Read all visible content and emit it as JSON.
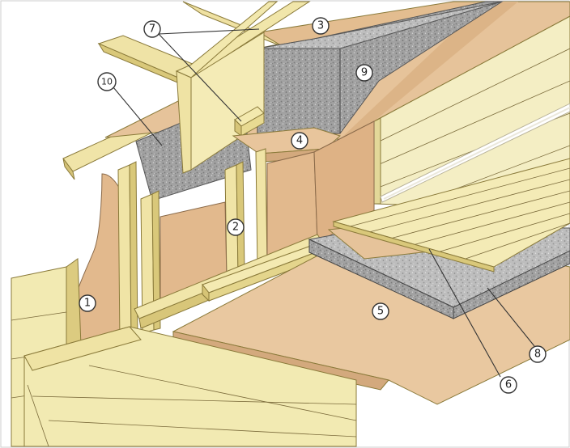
{
  "callouts": [
    {
      "id": "c1",
      "label": "1"
    },
    {
      "id": "c2",
      "label": "2"
    },
    {
      "id": "c3",
      "label": "3"
    },
    {
      "id": "c4",
      "label": "4"
    },
    {
      "id": "c5",
      "label": "5"
    },
    {
      "id": "c6",
      "label": "6"
    },
    {
      "id": "c7",
      "label": "7"
    },
    {
      "id": "c8",
      "label": "8"
    },
    {
      "id": "c9",
      "label": "9"
    },
    {
      "id": "c10",
      "label": "10"
    }
  ],
  "colors": {
    "wood_light": "#f2eab2",
    "wood_mid": "#e9dc96",
    "wood_shade": "#d9c87a",
    "board_tan": "#e9c8a0",
    "board_tan_dark": "#d8ad82",
    "insulation": "#9a9a9a",
    "background": "#ffffff"
  }
}
